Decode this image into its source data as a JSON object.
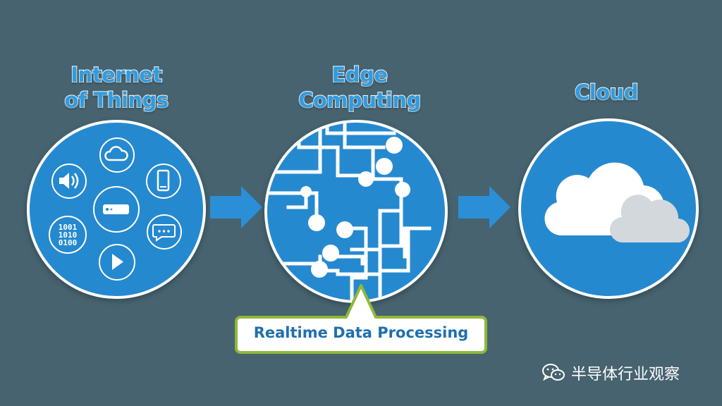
{
  "titles": {
    "iot_line1": "Internet",
    "iot_line2": "of Things",
    "edge_line1": "Edge",
    "edge_line2": "Computing",
    "cloud": "Cloud"
  },
  "callout": {
    "label": "Realtime Data Processing",
    "border_color": "#8fb83a",
    "text_color": "#1f6fae"
  },
  "iot_binary": [
    "1001",
    "1010",
    "0100"
  ],
  "iot_icons": [
    "cloud-icon",
    "speaker-icon",
    "smartphone-icon",
    "router-icon",
    "binary-data-icon",
    "chat-bubble-icon",
    "play-icon"
  ],
  "watermark": {
    "text": "半导体行业观察",
    "icon": "wechat-icon"
  },
  "colors": {
    "background": "#46636f",
    "circle_fill": "#2589d0",
    "accent_blue": "#2f9ce0",
    "cloud_white": "#ffffff",
    "cloud_gray": "#d3d8dc"
  }
}
